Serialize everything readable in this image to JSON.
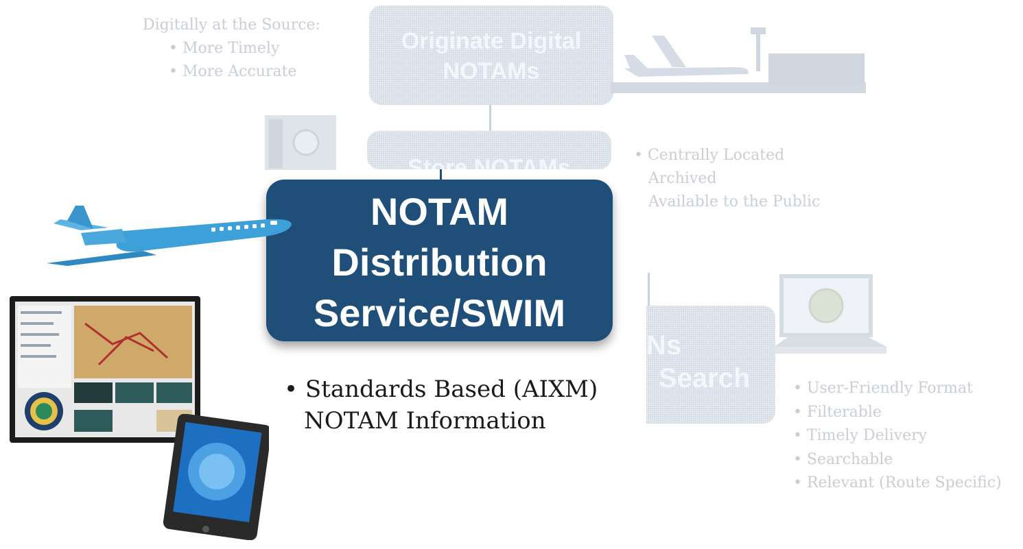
{
  "top_left_note": {
    "heading": "Digitally at the Source:",
    "items": [
      "• More Timely",
      "• More Accurate"
    ]
  },
  "originate_box": {
    "line1": "Originate Digital",
    "line2": "NOTAMs"
  },
  "store_box": {
    "line1": "Store NOTAMs"
  },
  "store_note": {
    "items": [
      "• Centrally Located",
      "Archived",
      "Available to the Public"
    ]
  },
  "main_box": {
    "line1": "NOTAM",
    "line2": "Distribution",
    "line3": "Service/SWIM"
  },
  "main_note": {
    "line1": "• Standards Based (AIXM)",
    "line2": "NOTAM Information"
  },
  "search_box": {
    "line1": "Ns",
    "line2": "Search"
  },
  "search_note": {
    "items": [
      "• User-Friendly Format",
      "• Filterable",
      "• Timely Delivery",
      "• Searchable",
      "• Relevant (Route Specific)"
    ]
  },
  "colors": {
    "main_box": "#1f4e79",
    "ghost": "#d7dfe9",
    "jet": "#3ea0d8"
  },
  "icons": [
    "airliner-icon",
    "server-icon",
    "business-jet-icon",
    "monitor-icon",
    "laptop-icon",
    "tablet-icon"
  ]
}
